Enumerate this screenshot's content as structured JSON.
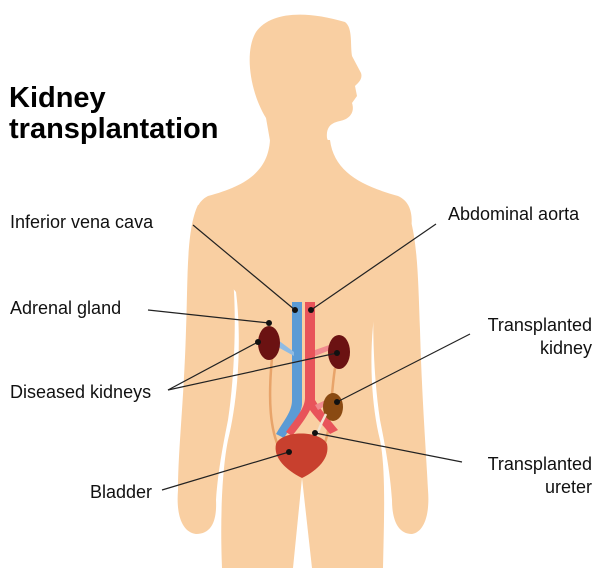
{
  "title": {
    "line1": "Kidney",
    "line2": "transplantation"
  },
  "labels": {
    "inferior_vena_cava": "Inferior vena cava",
    "abdominal_aorta": "Abdominal aorta",
    "adrenal_gland": "Adrenal gland",
    "diseased_kidneys": "Diseased kidneys",
    "transplanted_kidney": {
      "line1": "Transplanted",
      "line2": "kidney"
    },
    "bladder": "Bladder",
    "transplanted_ureter": {
      "line1": "Transplanted",
      "line2": "ureter"
    }
  },
  "colors": {
    "skin": "#f9cfa2",
    "vein": "#5b9bd5",
    "artery": "#e8545a",
    "diseased_kidney": "#6b1212",
    "transplanted_kidney": "#8a4a12",
    "bladder": "#c8402e"
  }
}
